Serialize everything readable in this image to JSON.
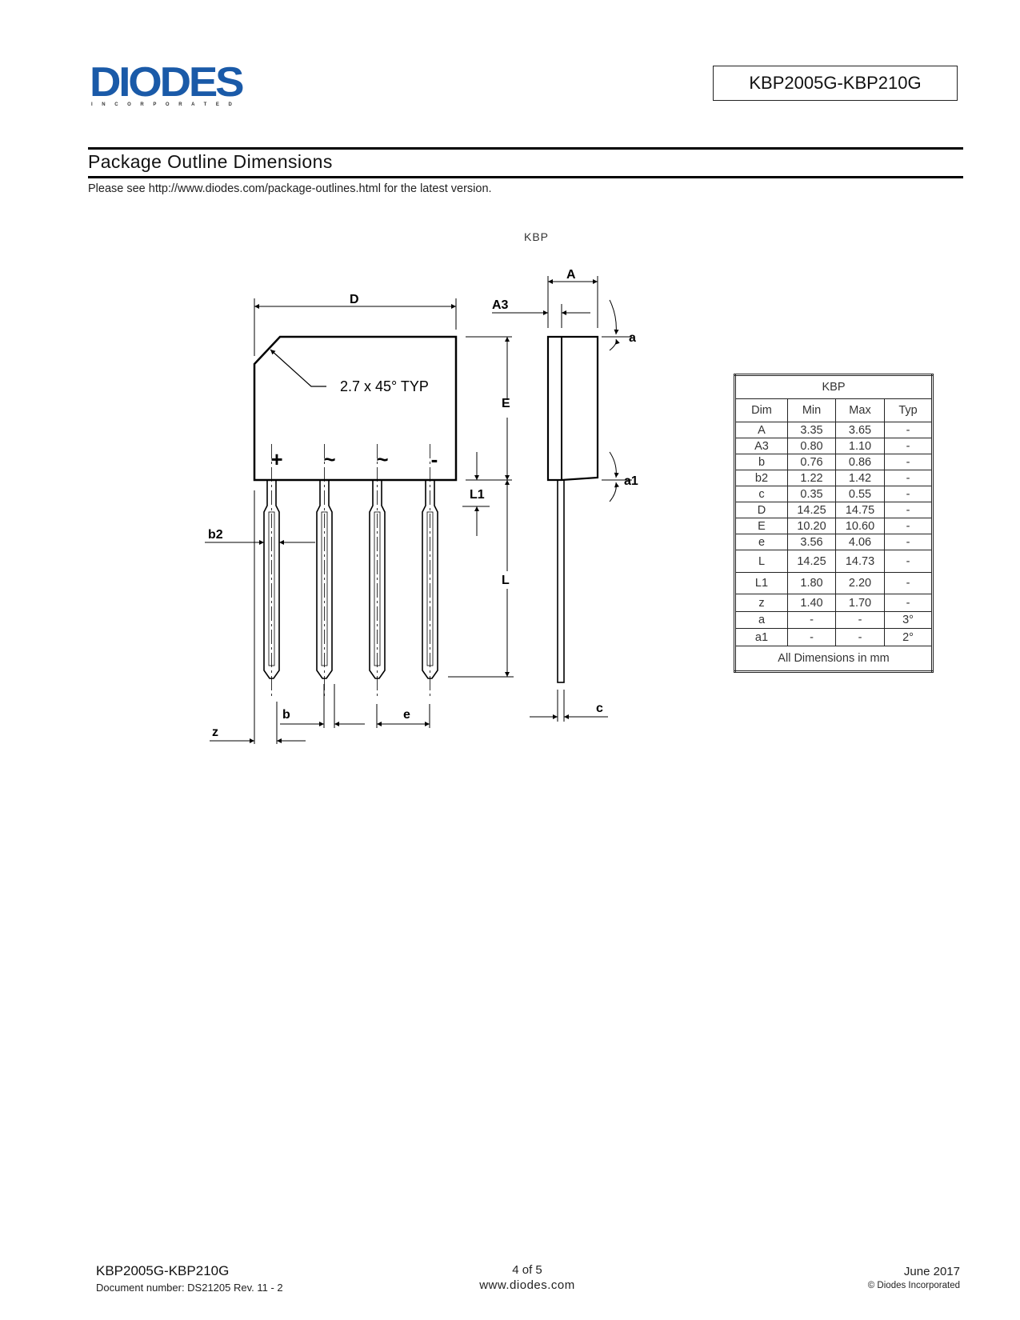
{
  "header": {
    "logo_text": "DIODES",
    "logo_subtext": "INCORPORATED",
    "logo_color": "#1a5aa8",
    "part_number": "KBP2005G-KBP210G"
  },
  "section": {
    "title": "Package Outline Dimensions",
    "note": "Please see http://www.diodes.com/package-outlines.html for the latest version."
  },
  "drawing": {
    "package_label": "KBP",
    "chamfer_note": "2.7 x 45° TYP",
    "pin_marks": [
      "+",
      "~",
      "~",
      "-"
    ],
    "dimension_labels": {
      "D": "D",
      "E": "E",
      "A": "A",
      "A3": "A3",
      "a": "a",
      "a1": "a1",
      "L": "L",
      "L1": "L1",
      "b": "b",
      "b2": "b2",
      "e": "e",
      "z": "z",
      "c": "c"
    }
  },
  "table": {
    "title": "KBP",
    "headers": [
      "Dim",
      "Min",
      "Max",
      "Typ"
    ],
    "rows": [
      [
        "A",
        "3.35",
        "3.65",
        "-"
      ],
      [
        "A3",
        "0.80",
        "1.10",
        "-"
      ],
      [
        "b",
        "0.76",
        "0.86",
        "-"
      ],
      [
        "b2",
        "1.22",
        "1.42",
        "-"
      ],
      [
        "c",
        "0.35",
        "0.55",
        "-"
      ],
      [
        "D",
        "14.25",
        "14.75",
        "-"
      ],
      [
        "E",
        "10.20",
        "10.60",
        "-"
      ],
      [
        "e",
        "3.56",
        "4.06",
        "-"
      ],
      [
        "L",
        "14.25",
        "14.73",
        "-"
      ],
      [
        "L1",
        "1.80",
        "2.20",
        "-"
      ],
      [
        "z",
        "1.40",
        "1.70",
        "-"
      ],
      [
        "a",
        "-",
        "-",
        "3°"
      ],
      [
        "a1",
        "-",
        "-",
        "2°"
      ]
    ],
    "footer": "All Dimensions in mm"
  },
  "footer": {
    "part_number": "KBP2005G-KBP210G",
    "document_number": "Document number: DS21205 Rev. 11 - 2",
    "page": "4 of 5",
    "website": "www.diodes.com",
    "date": "June 2017",
    "copyright": "© Diodes Incorporated"
  }
}
